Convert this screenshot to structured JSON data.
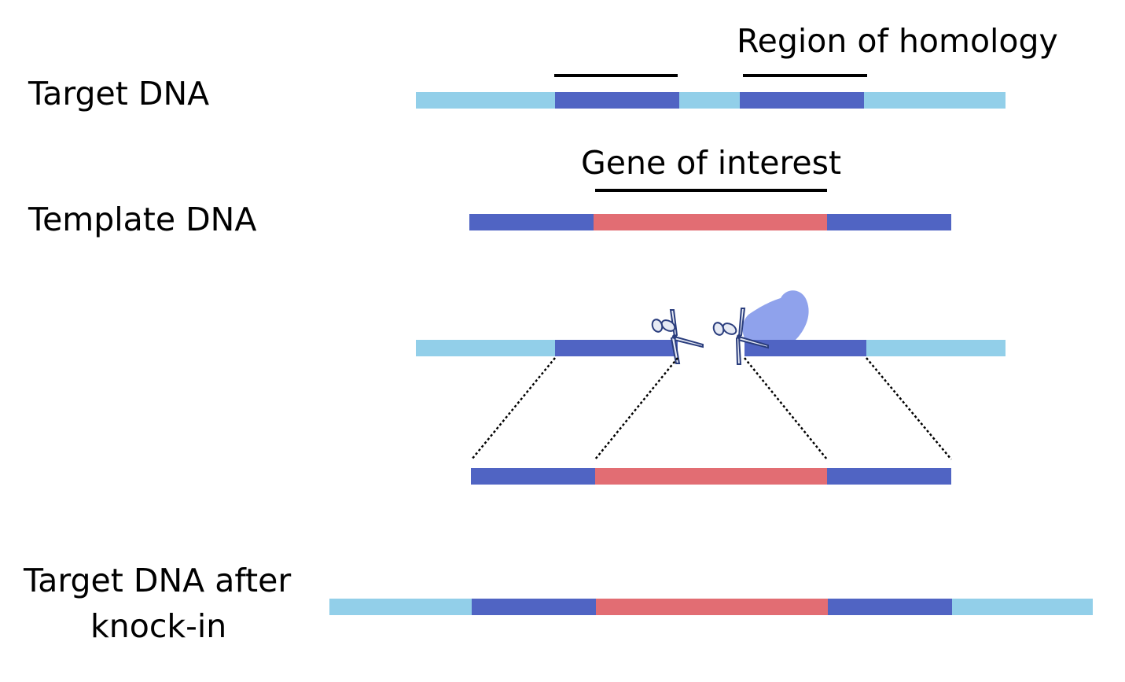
{
  "labels": {
    "target_dna": "Target DNA",
    "template_dna": "Template DNA",
    "target_after_line1": "Target DNA after",
    "target_after_line2": "knock-in",
    "region_of_homology": "Region of homology",
    "gene_of_interest": "Gene of interest"
  },
  "icons": {
    "scissors_left": "scissors-icon",
    "scissors_right": "scissors-icon",
    "nuclease_blob": "cas9-protein-icon"
  },
  "colors": {
    "flank": "#92cfe9",
    "homology_arm": "#5064c3",
    "gene_insert": "#e26d73",
    "nuclease": "#8fa2ec",
    "bracket": "#000000",
    "scissors_fill": "#e6eaf4",
    "scissors_stroke": "#2a3d7d"
  }
}
